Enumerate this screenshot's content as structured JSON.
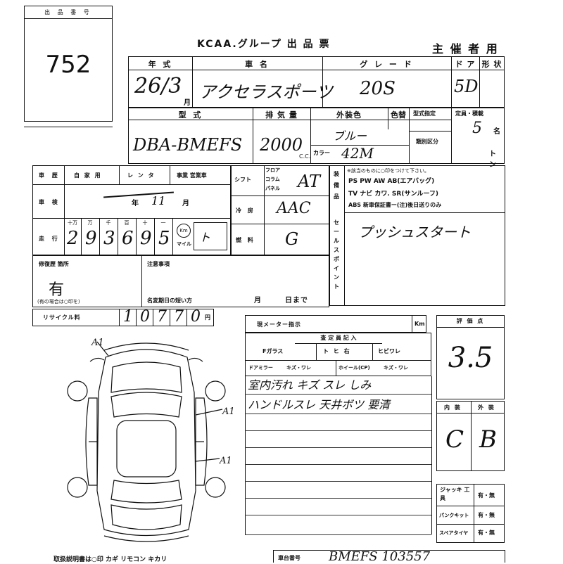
{
  "lot": {
    "label": "出 品 番 号",
    "number": "752"
  },
  "header": {
    "title": "KCAA.グループ 出 品 票",
    "sponsor": "主 催 者 用"
  },
  "col_headers": {
    "year": "年 式",
    "model": "車 名",
    "grade": "グ レ ー ド",
    "doors": "ド ア",
    "body": "形 状"
  },
  "vehicle": {
    "year": "26/3",
    "year_unit": "月",
    "name": "アクセラスポーツ",
    "grade": "20S",
    "doors": "5D"
  },
  "row2_headers": {
    "type": "型 式",
    "displacement": "排 気 量",
    "ext_color": "外装色",
    "color_swap": "色替",
    "type_spec": "型式指定",
    "capacity": "定員・積載"
  },
  "row2": {
    "type_code": "DBA-BMEFS",
    "displacement": "2000",
    "cc": "C.C.",
    "color_name": "ブルー",
    "color_label": "カラー",
    "color_code": "42M",
    "category_label": "類別区分",
    "capacity_value": "5",
    "capacity_unit": "名",
    "tonnage_unit": "トン"
  },
  "usage": {
    "label": "車 歴",
    "private": "自 家 用",
    "rental": "レ ン タ",
    "business": "事業 営業車"
  },
  "shaken": {
    "label": "車 検",
    "year_unit": "年",
    "month_value": "11",
    "month_unit": "月"
  },
  "mileage": {
    "label": "走 行",
    "units": [
      "十万",
      "万",
      "千",
      "百",
      "十",
      "一"
    ],
    "digits": [
      "2",
      "9",
      "3",
      "6",
      "9",
      "5"
    ],
    "km": "Km",
    "mile": "マイル",
    "extra": "ト"
  },
  "shift": {
    "label": "シフト",
    "options": [
      "フロア",
      "コラム",
      "パネル"
    ],
    "value": "AT"
  },
  "aircon": {
    "label": "冷 房",
    "value": "AAC"
  },
  "fuel": {
    "label": "燃 料",
    "value": "G"
  },
  "equipment": {
    "label": "装 備 品",
    "note": "※該当のものに○印をつけて下さい。",
    "row1": "PS PW AW AB(エアバッグ)",
    "row2": "TV ナビ カワ. SR(サンルーフ)",
    "row3": "ABS 新車保証書ー(注)後日送りのみ"
  },
  "sales_point": {
    "label": "セールスポイント",
    "value": "プッシュスタート"
  },
  "repair": {
    "label": "修復歴 箇所",
    "value": "有",
    "note": "(有の場合は○印を)"
  },
  "notes": {
    "label": "注意事項",
    "short_label": "名変期日の短い方",
    "month_unit": "月",
    "day_unit": "日まで"
  },
  "recycle": {
    "label": "リサイクル料",
    "digits": [
      "1",
      "0",
      "7",
      "7",
      "0"
    ],
    "unit": "円"
  },
  "meter": {
    "label": "現メーター指示",
    "unit": "Km"
  },
  "inspection": {
    "title": "査 定 員 記 入",
    "fglass": "Fガラス",
    "fglass_opts": "ト ヒ 右",
    "hibi": "ヒビワレ",
    "mirror": "ドアミラー",
    "mirror_opts": "キズ・ワレ",
    "wheel": "ホイール(CP)",
    "wheel_opts": "キズ・ワレ",
    "comments": [
      "室内汚れ キズ スレ しみ",
      "ハンドルスレ 天井ボツ 要清"
    ]
  },
  "grade_box": {
    "label": "評 価 点",
    "score": "3.5"
  },
  "interior_exterior": {
    "int_label": "内 装",
    "ext_label": "外 装",
    "int_value": "C",
    "ext_value": "B"
  },
  "tools": {
    "jack_label": "ジャッキ 工 具",
    "jack_value": "有・無",
    "puncture_label": "パンクキット",
    "puncture_value": "有・無",
    "spare_label": "スペアタイヤ",
    "spare_value": "有・無"
  },
  "diagram": {
    "marks": [
      "A1",
      "A1",
      "A1"
    ]
  },
  "footer": {
    "left": "取扱説明書は○印 カギ リモコン キカリ",
    "chassis_label": "車台番号",
    "chassis_value": "BMEFS 103557"
  }
}
